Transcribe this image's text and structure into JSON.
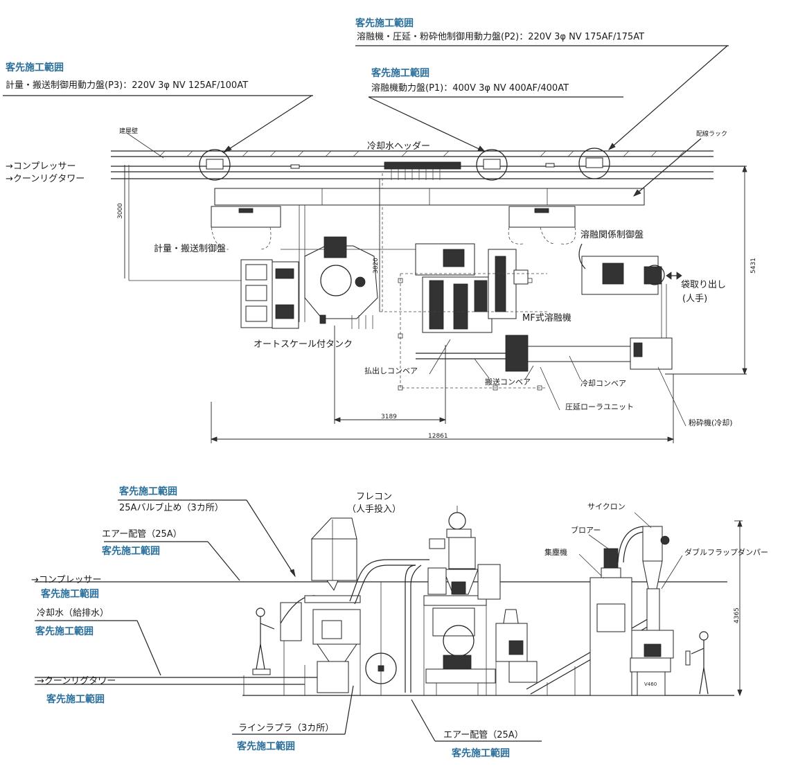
{
  "scope_label": "客先施工範囲",
  "panels": {
    "p2": "溶融機・圧延・粉砕他制御用動力盤(P2)：220V 3φ NV 175AF/175AT",
    "p3": "計量・搬送制御用動力盤(P3)：220V 3φ NV 125AF/100AT",
    "p1": "溶融機動力盤(P1)：400V 3φ NV 400AF/400AT"
  },
  "plan": {
    "building_wall": "建屋壁",
    "cooling_header": "冷却水ヘッダー",
    "cable_rack": "配線ラック",
    "compressor": "→コンプレッサー",
    "cooling_tower": "→クーンリグタワー",
    "weigh_control_panel": "計量・搬送制御盤",
    "melt_control_panel": "溶融関係制御盤",
    "bag_out": "袋取り出し",
    "bag_out_manual": "(人手)",
    "mf_melter": "MF式溶融機",
    "auto_scale_tank": "オートスケール付タンク",
    "discharge_conveyor": "払出しコンベア",
    "transfer_conveyor": "搬送コンベア",
    "cooling_conveyor": "冷却コンベア",
    "roller_unit": "圧延ローラユニット",
    "crusher": "粉砕機(冷却)",
    "dim_3000": "3000",
    "dim_3820": "3820",
    "dim_5431": "5431",
    "dim_3189": "3189",
    "dim_12861": "12861"
  },
  "elevation": {
    "valve": "25Aバルブ止め（3カ所）",
    "air_pipe_1": "エアー配管（25A）",
    "compressor": "→コンプレッサー",
    "cooling_water": "冷却水（給排水）",
    "cooling_tower": "→クーンリグタワー",
    "flecon": "フレコン",
    "flecon_manual": "（人手投入）",
    "line_laplara": "ラインラプラ（3カ所）",
    "air_pipe_2": "エアー配管（25A）",
    "cyclone": "サイクロン",
    "blower": "ブロアー",
    "dust_collector": "集塵機",
    "double_flap_damper": "ダブルフラップダンパー",
    "dim_4365": "4365"
  }
}
